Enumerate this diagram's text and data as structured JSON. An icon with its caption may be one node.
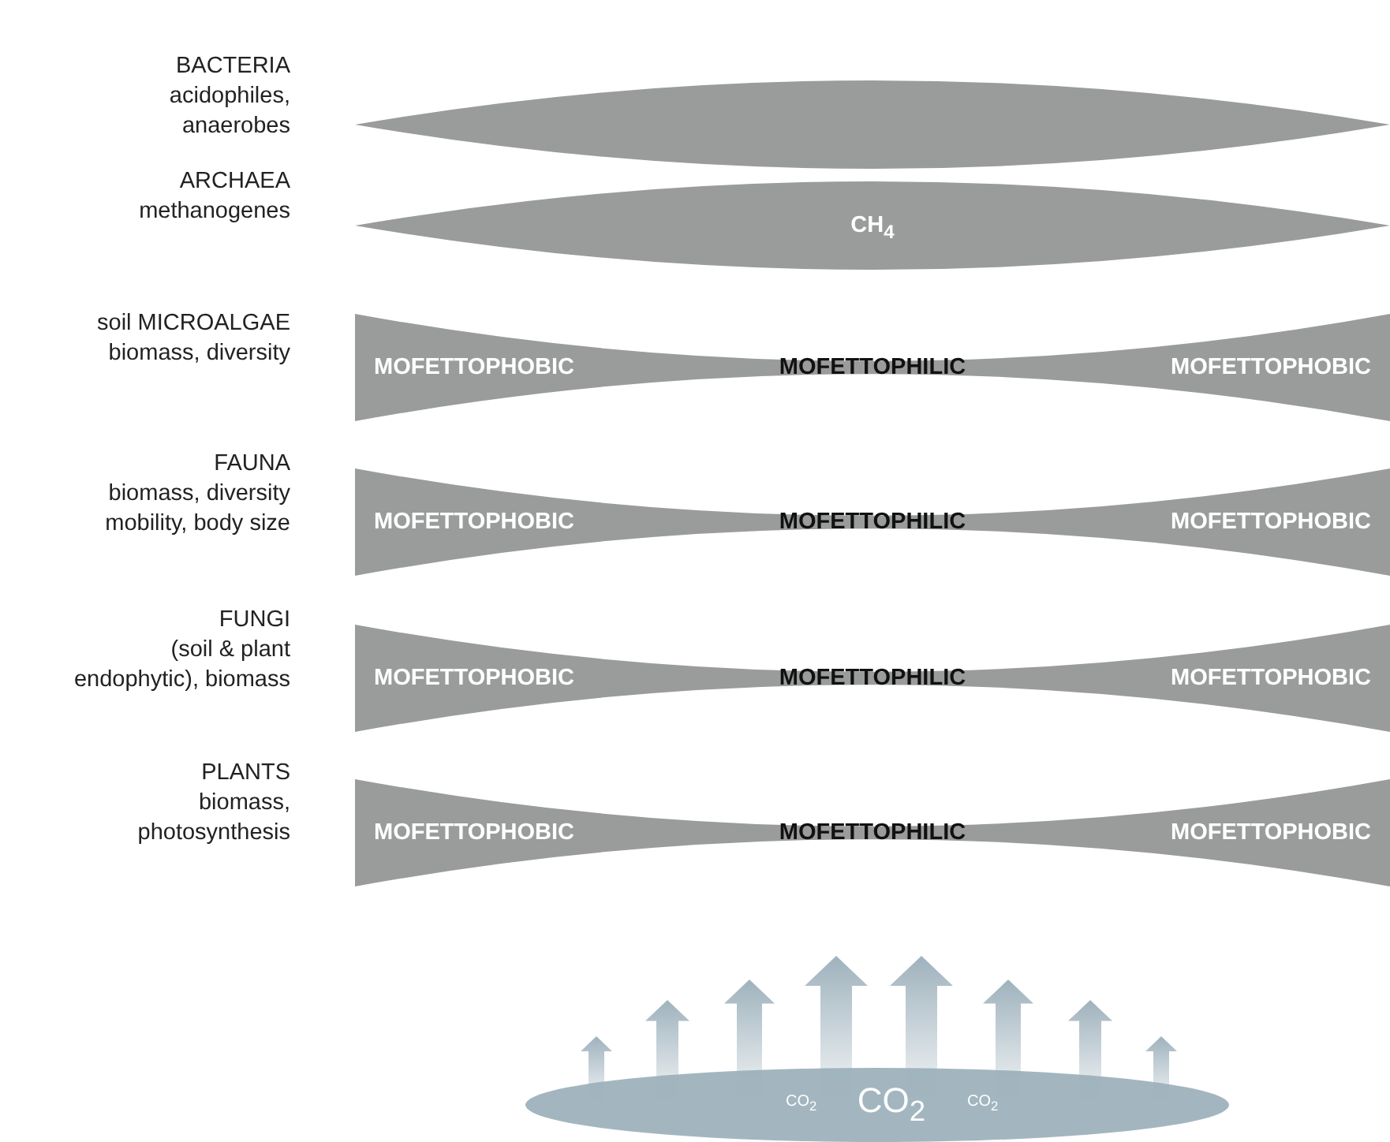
{
  "diagram": {
    "nodes": [
      {
        "text": [],
        "shape": "lens",
        "beside": [
          "BACTERIA",
          "acidophiles, anaerobes"
        ]
      },
      {
        "text": [
          "CH$_{4}$"
        ],
        "beside": [
          "ARCHAEA",
          "methanogenes"
        ]
      },
      {
        "text": [
          "MOFETTOPHOBIC",
          "MOFETTOPHILIC",
          "MOFETTOPHOBIC"
        ],
        "beside": [
          "soil MICROALGAE",
          "biomass, diversity"
        ]
      },
      {
        "text": [
          "MOFETTOPHOBIC",
          "MOFETTOPHILIC",
          "MOFETTOPHOBIC"
        ],
        "beside": [
          "FAUNA",
          "biomass, diversity mobility, body size"
        ]
      },
      {
        "text": [
          "MOFETTOPHOBIC",
          "MOFETTOPHILIC",
          "MOFETTOPHOBIC"
        ],
        "beside": [
          "FUNGI",
          "(soil & plant endophytic), biomass"
        ]
      },
      {
        "text": [
          "MOFETTOPHOBIC",
          "MOFETTOPHILIC",
          "MOFETTOPHOBIC"
        ],
        "beside": [
          "PLANTS",
          "biomass, photosynthesis"
        ]
      },
      {
        "text": [
          "CO$_{2}$",
          "CO$_{2}$",
          "CO$_{2}$"
        ]
      }
    ],
    "edges": []
  }
}
